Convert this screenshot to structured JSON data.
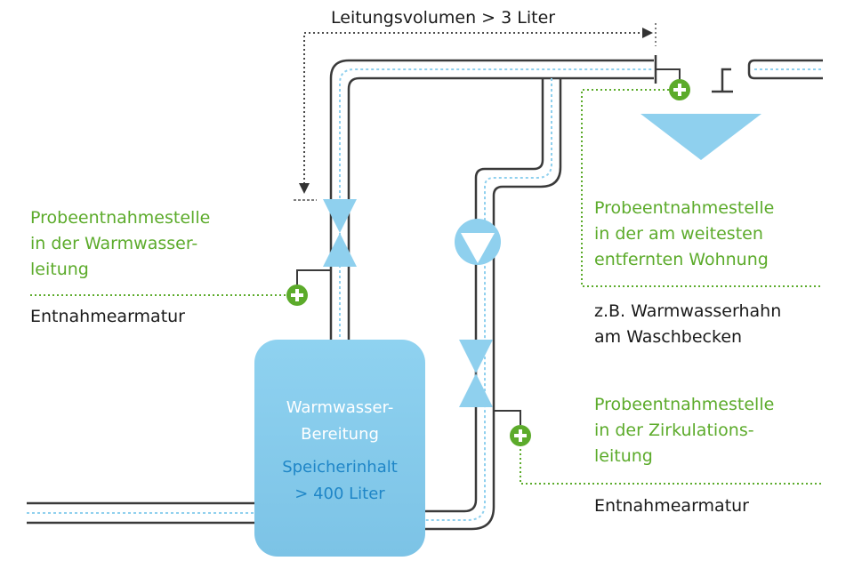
{
  "volume_label": "Leitungsvolumen > 3 Liter",
  "tank": {
    "line1": "Warmwasser-",
    "line2": "Bereitung",
    "line3": "Speicherinhalt",
    "line4": "> 400 Liter"
  },
  "sample_points": {
    "hot_water": [
      "Probeentnahmestelle",
      "in der Warmwasser-",
      "leitung"
    ],
    "hot_water_fitting": "Entnahmearmatur",
    "farthest": [
      "Probeentnahmestelle",
      "in der am weitesten",
      "entfernten Wohnung"
    ],
    "farthest_example": [
      "z.B. Warmwasserhahn",
      "am Waschbecken"
    ],
    "circulation": [
      "Probeentnahmestelle",
      "in der Zirkulations-",
      "leitung"
    ],
    "circulation_fitting": "Entnahmearmatur"
  },
  "colors": {
    "accent_green": "#5cab2b",
    "light_blue": "#8fd0ee",
    "pipe_stroke": "#3a3a3a",
    "text_dark": "#1a1a1a"
  }
}
